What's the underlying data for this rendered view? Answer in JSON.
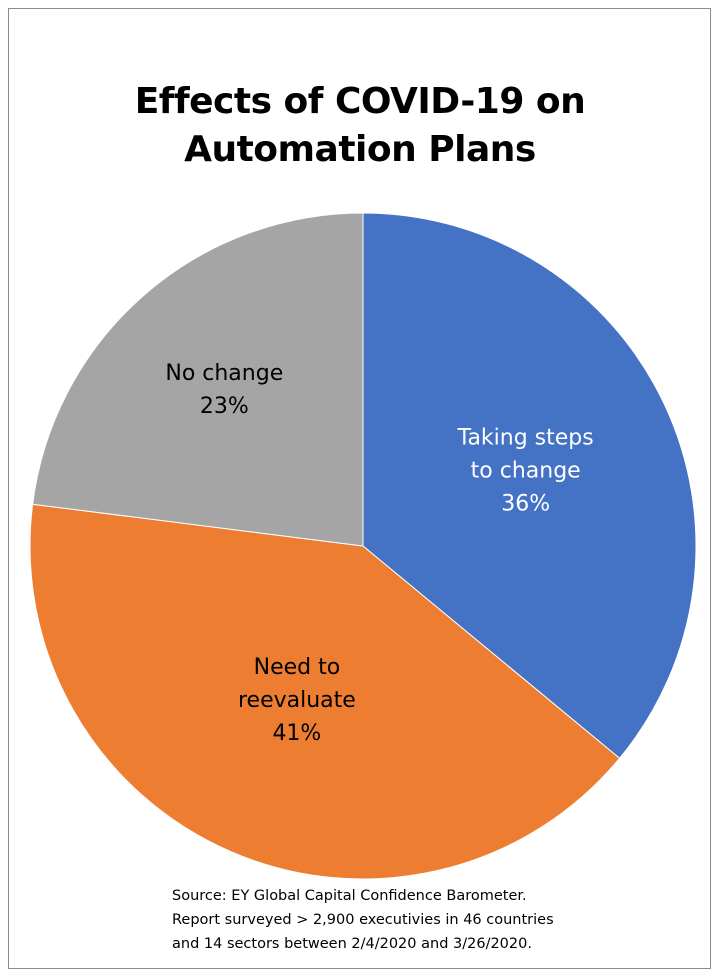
{
  "chart_data": {
    "type": "pie",
    "title_lines": [
      "Effects of COVID-19 on",
      "Automation Plans"
    ],
    "slices": [
      {
        "label_lines": [
          "Taking steps",
          "to change",
          "36%"
        ],
        "category": "Taking steps to change",
        "value": 36,
        "color": "#4472C4",
        "label_color": "#ffffff"
      },
      {
        "label_lines": [
          "Need to",
          "reevaluate",
          "41%"
        ],
        "category": "Need to reevaluate",
        "value": 41,
        "color": "#ED7D31",
        "label_color": "#000000"
      },
      {
        "label_lines": [
          "No change",
          "23%"
        ],
        "category": "No change",
        "value": 23,
        "color": "#A5A5A5",
        "label_color": "#000000"
      }
    ],
    "start_angle": "12 o'clock",
    "direction": "clockwise"
  },
  "source_lines": [
    "Source: EY Global Capital Confidence Barometer.",
    "Report surveyed > 2,900 executivies in 46 countries",
    "and 14 sectors between  2/4/2020 and 3/26/2020."
  ]
}
